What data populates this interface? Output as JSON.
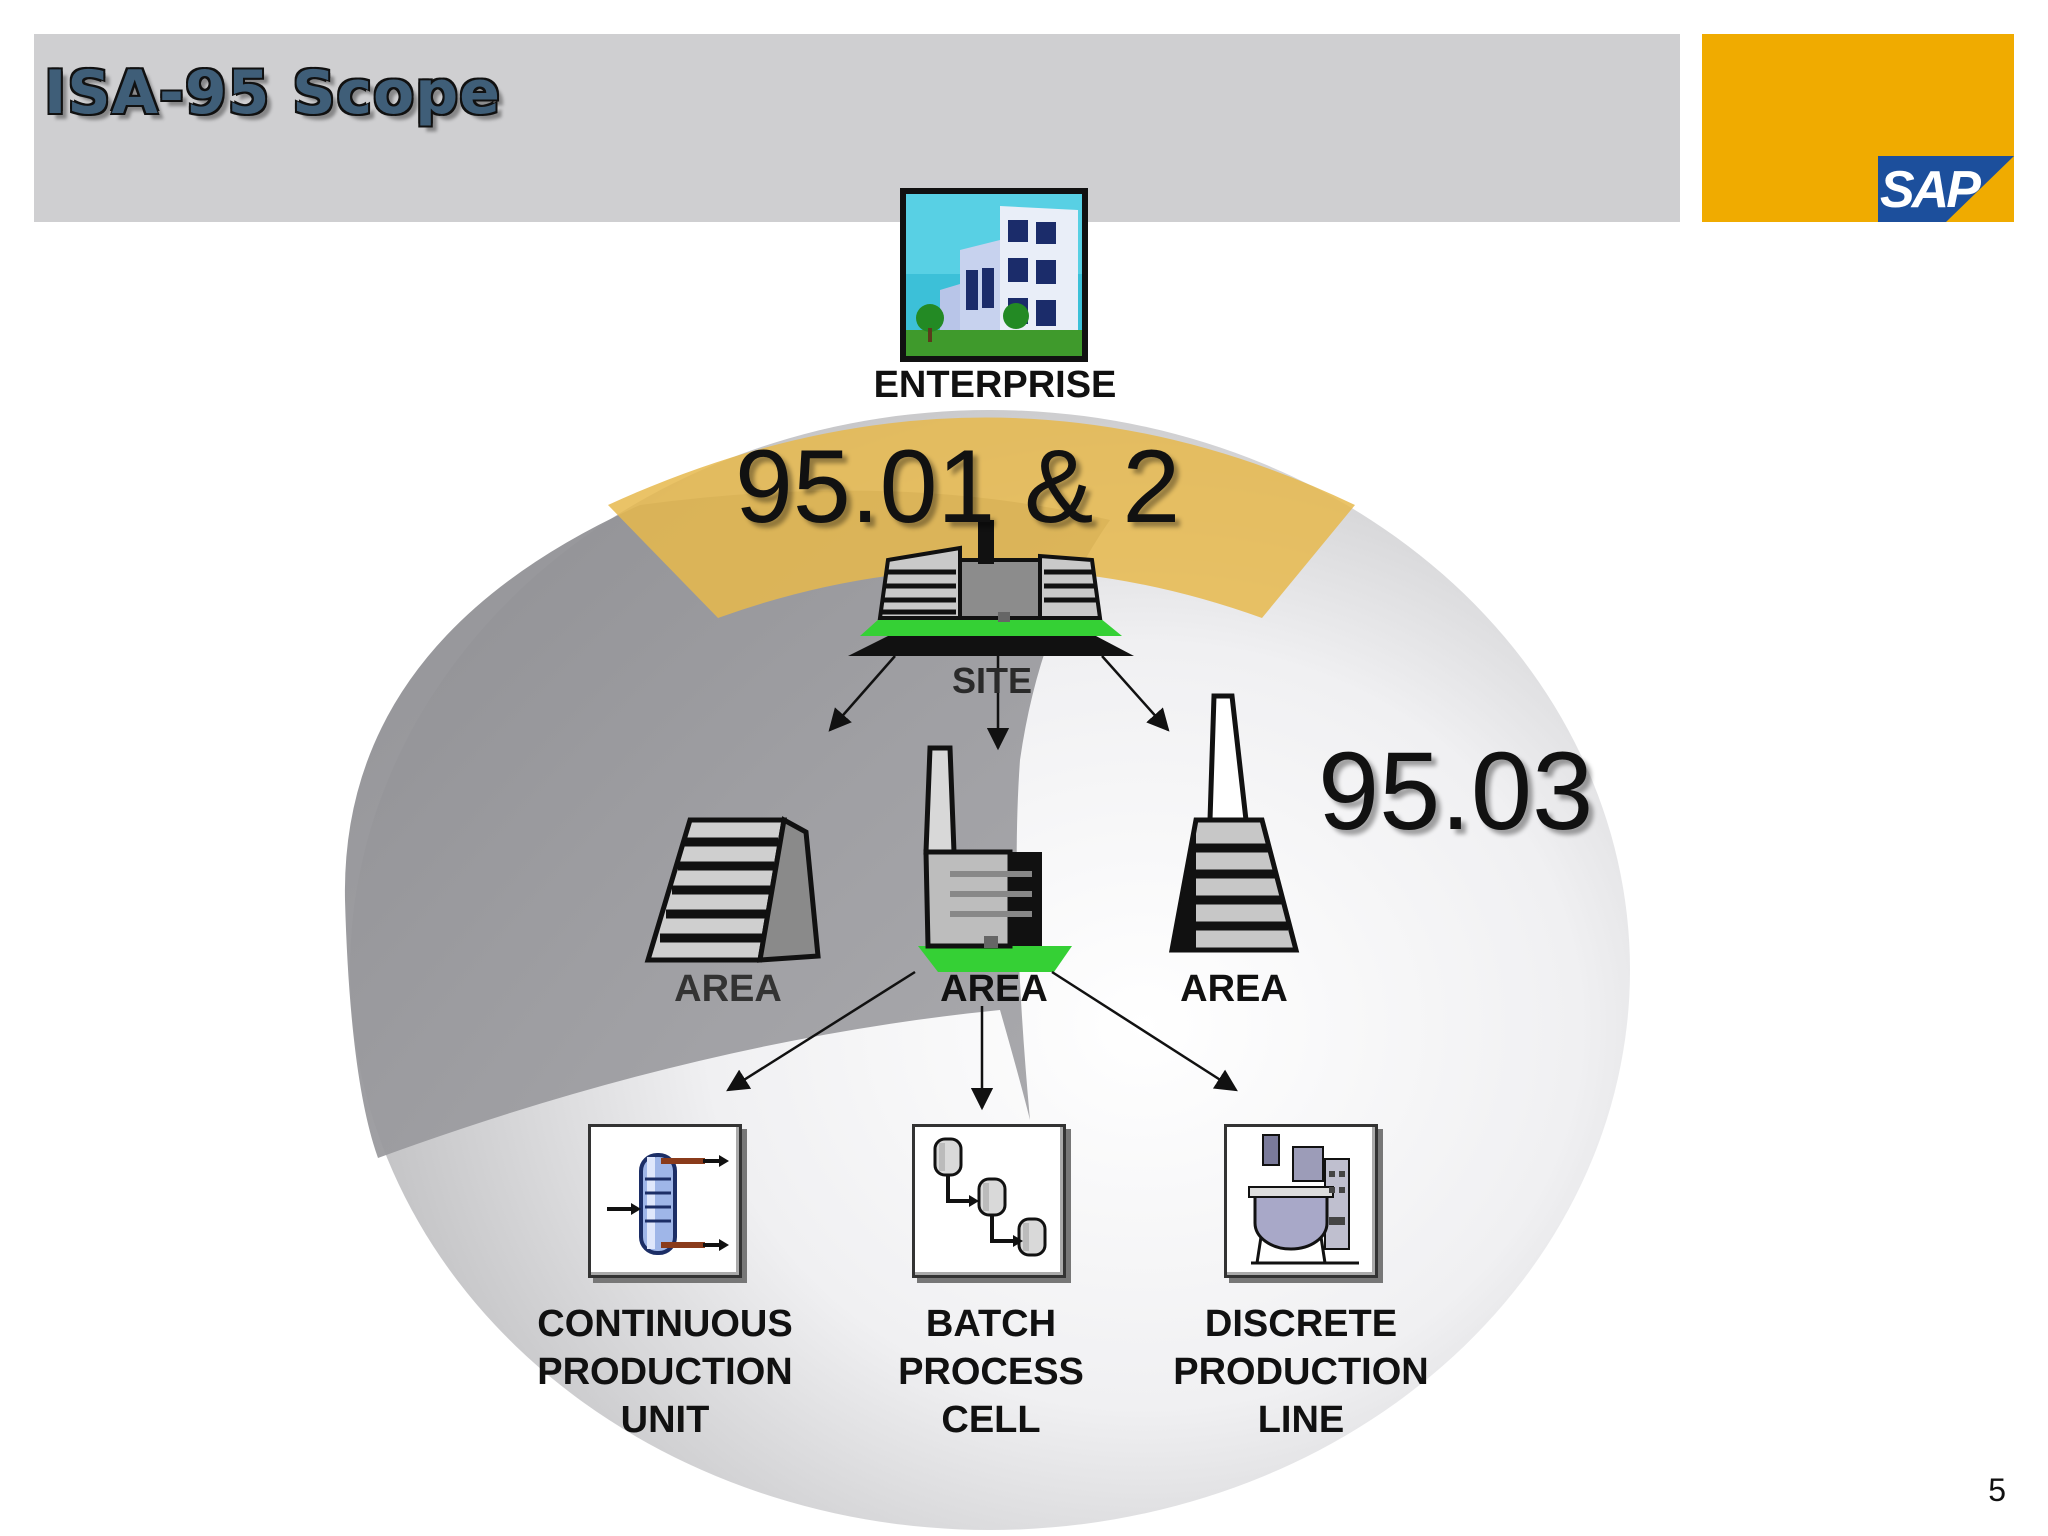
{
  "slide": {
    "title": "ISA-95 Scope",
    "page_number": "5",
    "brand_color": "#f0ab00",
    "logo_text": "SAP"
  },
  "diagram": {
    "scope_upper": "95.01 & 2",
    "scope_lower": "95.03",
    "enterprise": "ENTERPRISE",
    "site": "SITE",
    "areas": [
      "AREA",
      "AREA",
      "AREA"
    ],
    "units": [
      "CONTINUOUS\nPRODUCTION\nUNIT",
      "BATCH\nPROCESS\nCELL",
      "DISCRETE\nPRODUCTION\nLINE"
    ],
    "icons": [
      "enterprise-building-icon",
      "site-factory-icon",
      "office-building-icon",
      "factory-icon",
      "smokestack-tower-icon",
      "distillation-column-icon",
      "batch-vessels-icon",
      "reactor-equipment-icon"
    ]
  }
}
